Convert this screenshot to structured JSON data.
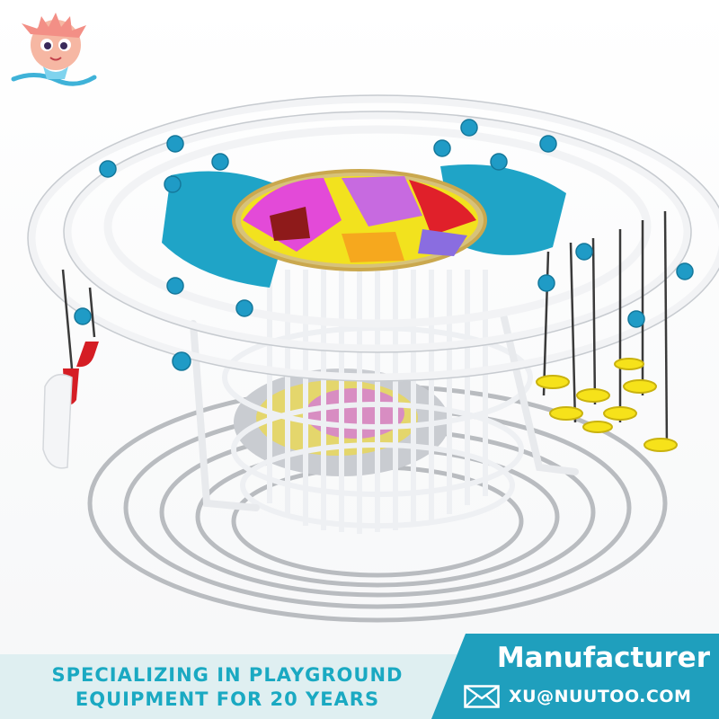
{
  "tagline": {
    "line1": "SPECIALIZING IN PLAYGROUND",
    "line2": "EQUIPMENT FOR 20 YEARS"
  },
  "badge": {
    "title": "Manufacturer",
    "email": "XU@NUUTOO.COM"
  },
  "icons": {
    "mail": "envelope-icon",
    "logo": "mascot-logo-icon"
  },
  "colors": {
    "brand": "#1f9fbd",
    "tagline": "#1aa9c2",
    "accent_yellow": "#f6e21a",
    "accent_magenta": "#e34ad8",
    "accent_red": "#e0202a"
  }
}
